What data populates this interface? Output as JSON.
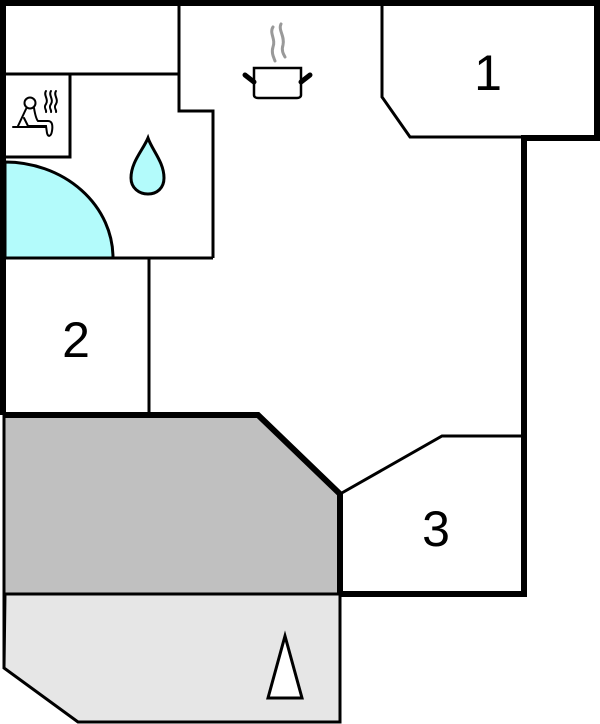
{
  "diagram": {
    "type": "floor-plan",
    "colors": {
      "wall": "#000000",
      "background": "#ffffff",
      "terrace_covered": "#c0c0c0",
      "terrace_open": "#e6e6e6",
      "water": "#b3fbfb",
      "steam": "#999999"
    },
    "rooms": [
      {
        "id": "bedroom-1",
        "label": "1"
      },
      {
        "id": "bedroom-2",
        "label": "2"
      },
      {
        "id": "bedroom-3",
        "label": "3"
      }
    ],
    "icons": [
      {
        "name": "sauna-icon",
        "room": "sauna"
      },
      {
        "name": "water-drop-icon",
        "room": "bathroom"
      },
      {
        "name": "cooking-pot-icon",
        "room": "kitchen"
      },
      {
        "name": "north-arrow-icon",
        "room": "terrace"
      }
    ],
    "areas": [
      {
        "id": "terrace-covered",
        "fill": "dark-gray"
      },
      {
        "id": "terrace-open",
        "fill": "light-gray"
      },
      {
        "id": "shower-area",
        "fill": "cyan"
      }
    ]
  }
}
